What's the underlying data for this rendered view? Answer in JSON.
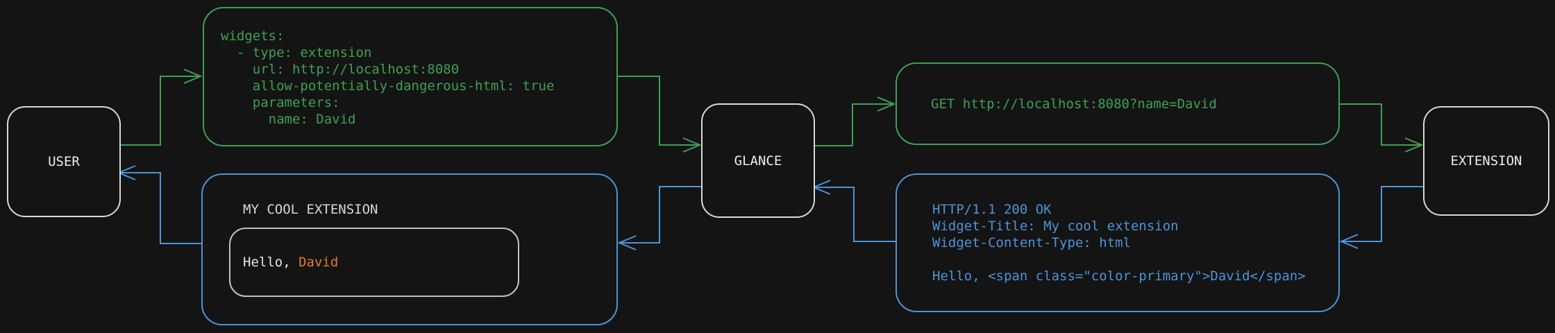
{
  "palette": {
    "green": "#3fa055",
    "blue": "#4d94da",
    "orange": "#e87931",
    "foreground": "#e8e8e8",
    "background": "#141414"
  },
  "nodes": {
    "user": "USER",
    "glance": "GLANCE",
    "extension": "EXTENSION"
  },
  "config_box": {
    "lines": [
      "widgets:",
      "  - type: extension",
      "    url: http://localhost:8080",
      "    allow-potentially-dangerous-html: true",
      "    parameters:",
      "      name: David"
    ]
  },
  "request_box": {
    "text": "GET http://localhost:8080?name=David"
  },
  "response_box": {
    "lines": [
      "HTTP/1.1 200 OK",
      "Widget-Title: My cool extension",
      "Widget-Content-Type: html",
      "",
      "Hello, <span class=\"color-primary\">David</span>"
    ]
  },
  "widget_box": {
    "title": "MY COOL EXTENSION",
    "greeting_prefix": "Hello, ",
    "greeting_name": "David"
  }
}
